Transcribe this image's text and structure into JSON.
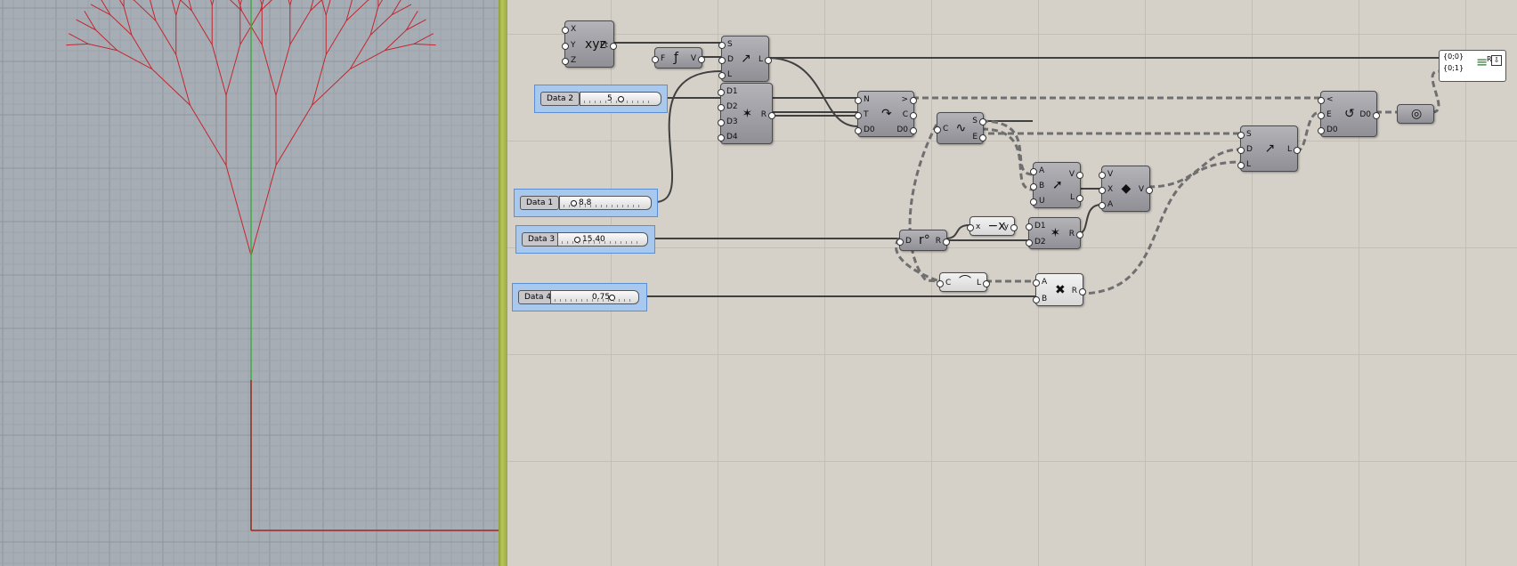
{
  "viewport": {
    "name": "Rhino viewport",
    "curve_color": "#c4262e",
    "y_axis_color": "#3cae3c",
    "x_axis_color": "#a02828"
  },
  "sliders": [
    {
      "label": "Data 2",
      "value": "5"
    },
    {
      "label": "Data 1",
      "value": "8.8"
    },
    {
      "label": "Data 3",
      "value": "15.40"
    },
    {
      "label": "Data 4",
      "value": "0.75"
    }
  ],
  "nodes": {
    "construct_point": {
      "inputs": [
        "X",
        "Y",
        "Z"
      ],
      "outputs": [
        "Pt"
      ],
      "icon": "point-xyz-icon"
    },
    "expression": {
      "inputs": [
        "F"
      ],
      "outputs": [
        "V"
      ],
      "icon": "function-icon"
    },
    "line_sdl": {
      "inputs": [
        "S",
        "D",
        "L"
      ],
      "outputs": [
        "L"
      ],
      "icon": "line-sdl-icon"
    },
    "random": {
      "inputs": [
        "D1",
        "D2",
        "D3",
        "D4"
      ],
      "outputs": [
        "R"
      ],
      "icon": "random-icon"
    },
    "repeat": {
      "inputs": [
        "N",
        "T",
        "D0"
      ],
      "outputs": [
        ">",
        "C",
        "D0"
      ],
      "icon": "loop-start-icon"
    },
    "endpoints": {
      "inputs": [
        "C"
      ],
      "outputs": [
        "S",
        "E"
      ],
      "icon": "curve-endpoints-icon"
    },
    "vector_2pt": {
      "inputs": [
        "A",
        "B",
        "U"
      ],
      "outputs": [
        "V",
        "L"
      ],
      "icon": "vector-icon"
    },
    "rotate": {
      "inputs": [
        "V",
        "X",
        "A"
      ],
      "outputs": [
        "V"
      ],
      "icon": "rotate-vector-icon"
    },
    "line_sdl2": {
      "inputs": [
        "S",
        "D",
        "L"
      ],
      "outputs": [
        "L"
      ],
      "icon": "line-sdl-icon"
    },
    "loop_end": {
      "inputs": [
        "<",
        "E",
        "D0"
      ],
      "outputs": [
        "D0"
      ],
      "icon": "loop-end-icon"
    },
    "param": {
      "inputs": [],
      "outputs": [],
      "icon": "geometry-param-icon"
    },
    "panel": {
      "lines": [
        "{0;0}",
        "{0;1}"
      ],
      "outputs": [
        "R"
      ],
      "icon": "stack-icon"
    },
    "radians": {
      "inputs": [
        "D"
      ],
      "outputs": [
        "R"
      ],
      "icon": "radians-icon"
    },
    "negative": {
      "inputs": [
        "x"
      ],
      "outputs": [
        "y"
      ],
      "icon": "negative-icon"
    },
    "random2": {
      "inputs": [
        "D1",
        "D2"
      ],
      "outputs": [
        "R"
      ],
      "icon": "random-icon"
    },
    "length": {
      "inputs": [
        "C"
      ],
      "outputs": [
        "L"
      ],
      "icon": "curve-length-icon"
    },
    "multiply": {
      "inputs": [
        "A",
        "B"
      ],
      "outputs": [
        "R"
      ],
      "icon": "multiply-icon"
    }
  }
}
